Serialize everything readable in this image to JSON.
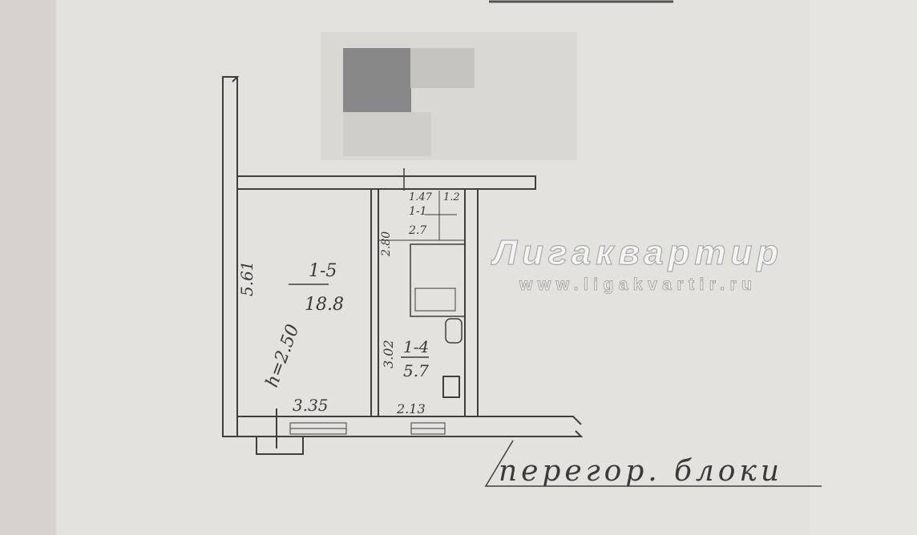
{
  "plan": {
    "room_living": {
      "id": "1-5",
      "area": "18.8",
      "height": "h=2.50",
      "length": "5.61",
      "width": "3.35"
    },
    "room_kitchen": {
      "id": "1-4",
      "area": "5.7",
      "length": "3.02",
      "width": "2.13"
    },
    "room_bath": {
      "id": "1-1",
      "area": "2.7",
      "length": "2.80",
      "width_a": "1.47",
      "width_b": "1.2"
    },
    "note": "перегор. блоки"
  },
  "watermark": {
    "brand": "Лигаквартир",
    "url": "www.ligakvartir.ru"
  },
  "colors": {
    "paper": "#e2e1de",
    "ink": "#3a3a3a",
    "background": "#d6d3cf"
  }
}
